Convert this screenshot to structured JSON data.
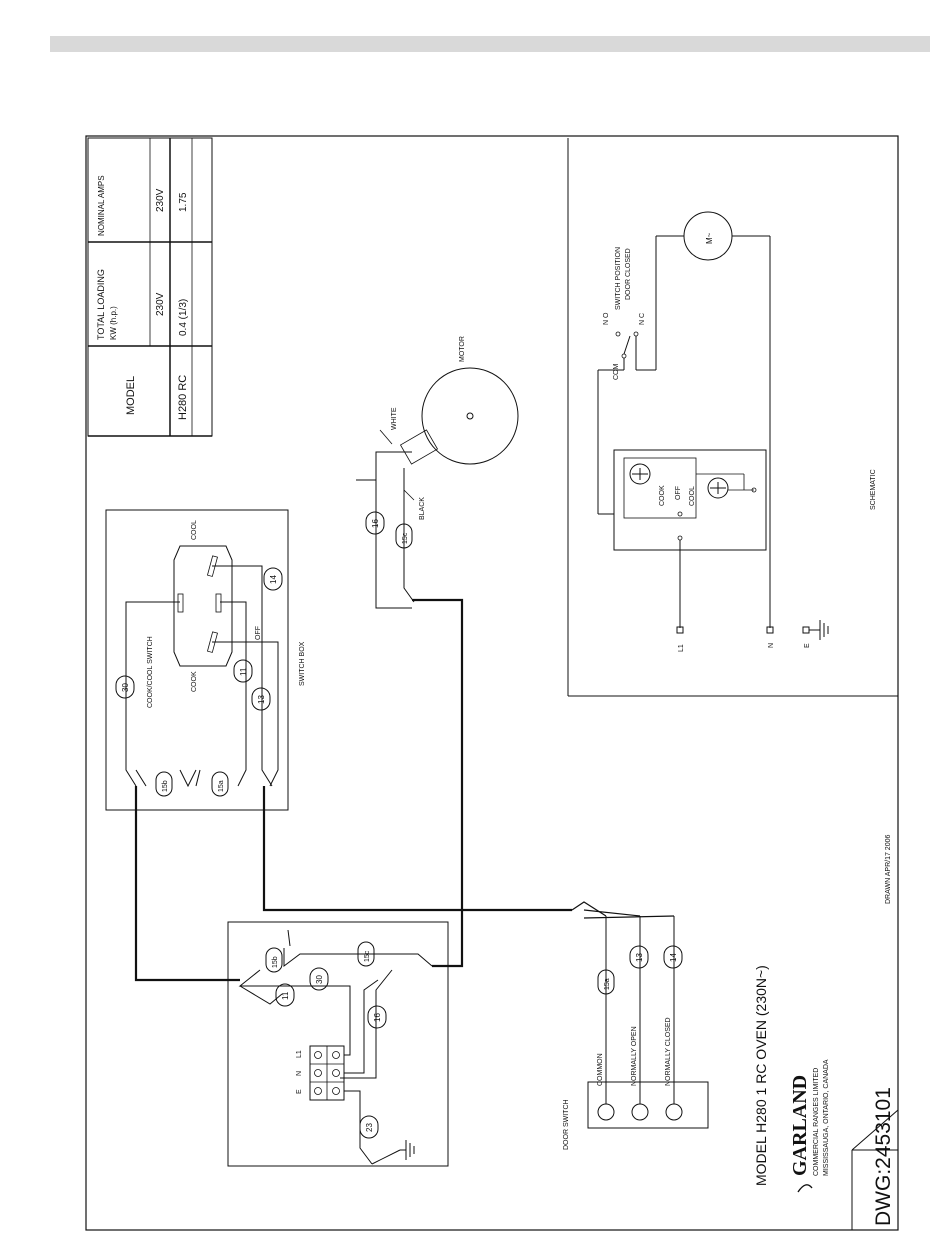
{
  "table": {
    "model_header": "MODEL",
    "loading_header_1": "TOTAL LOADING",
    "loading_header_2": "KW (h.p.)",
    "amps_header": "NOMINAL AMPS",
    "loading_voltage": "230V",
    "amps_voltage": "230V",
    "model_value": "H280 RC",
    "loading_value": "0.4   (1/3)",
    "amps_value": "1.75"
  },
  "schematic": {
    "title": "SCHEMATIC",
    "switch_note_1": "SWITCH POSITION",
    "switch_note_2": "DOOR CLOSED",
    "no": "N O",
    "nc": "N C",
    "com": "COM",
    "cook": "COOK",
    "off": "OFF",
    "cool": "COOL",
    "motor": "M~",
    "l1": "L1",
    "n": "N",
    "e": "E"
  },
  "motor": {
    "label": "MOTOR",
    "white": "WHITE",
    "black": "BLACK"
  },
  "switch_box": {
    "title": "SWITCH BOX",
    "switch_name": "COOK/COOL SWITCH",
    "cook": "COOK",
    "off": "OFF",
    "cool": "COOL"
  },
  "terminal": {
    "l1": "L1",
    "n": "N",
    "e": "E"
  },
  "door_switch": {
    "title": "DOOR SWITCH",
    "common": "COMMON",
    "normally_open": "NORMALLY OPEN",
    "normally_closed": "NORMALLY CLOSED"
  },
  "wires": {
    "w30a": "30",
    "w11a": "11",
    "w13a": "13",
    "w14a": "14",
    "w15b_a": "15b",
    "w15a_a": "15a",
    "w16a": "16",
    "w15c_a": "15c",
    "w15b_b": "15b",
    "w30b": "30",
    "w11b": "11",
    "w15c_b": "15c",
    "w16b": "16",
    "w23": "23",
    "w15a_b": "15a",
    "w13b": "13",
    "w14b": "14"
  },
  "title_block": {
    "drawn": "DRAWN APR/17 2006",
    "model": "MODEL    H280 1 RC OVEN (230N~)",
    "brand": "GARLAND",
    "company_1": "COMMERCIAL RANGES LIMITED",
    "company_2": "MISSISSAUGA, ONTARIO, CANADA",
    "dwg": "DWG:2453101"
  }
}
